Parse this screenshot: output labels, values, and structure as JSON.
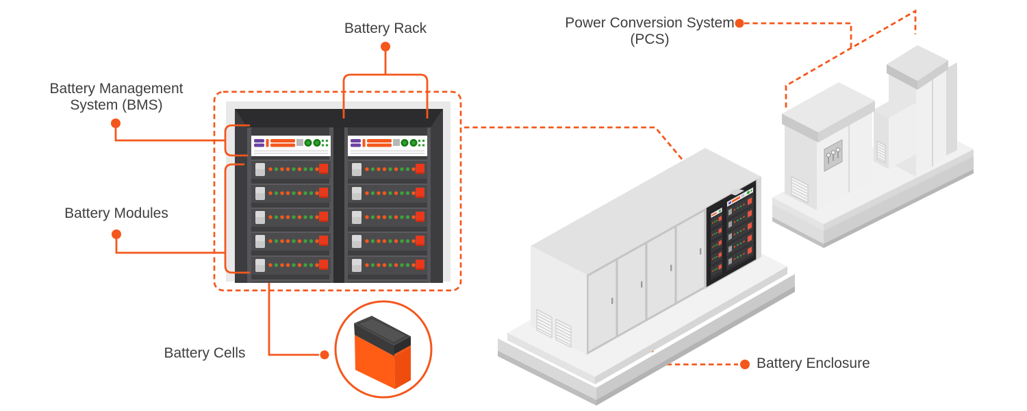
{
  "labels": {
    "battery_rack": "Battery Rack",
    "bms_line1": "Battery Management",
    "bms_line2": "System (BMS)",
    "battery_modules": "Battery Modules",
    "battery_cells": "Battery Cells",
    "pcs_line1": "Power Conversion System",
    "pcs_line2": "(PCS)",
    "battery_enclosure": "Battery Enclosure"
  },
  "colors": {
    "accent_orange": "#F4571C",
    "module_button_red": "#E8391C",
    "led_green": "#3FA13F",
    "bms_purple": "#6B42A3",
    "label_text": "#3E3E3E",
    "cabinet_dark": "#3D3D3F",
    "battery_cell_orange": "#FF5C15",
    "enclosure_light_gray": "#E3E3E3"
  }
}
